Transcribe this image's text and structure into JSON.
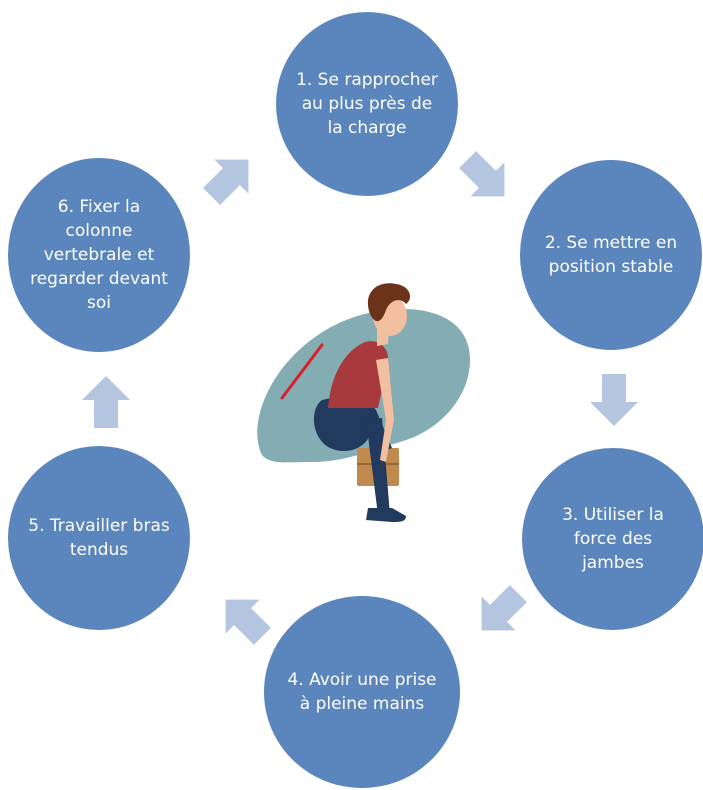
{
  "colors": {
    "step_circle": "#5b86bd",
    "arrow": "#b4c5df",
    "blob": "#83adb3",
    "shirt": "#a83a3e",
    "pants": "#213a5e",
    "skin": "#f2bfa0",
    "hair": "#6b3319",
    "box": "#c08a4f",
    "back_line": "#d8202a"
  },
  "steps": [
    {
      "label": "1. Se rapprocher au plus près de la charge"
    },
    {
      "label": "2. Se mettre en position stable"
    },
    {
      "label": "3. Utiliser la force des jambes"
    },
    {
      "label": "4. Avoir une prise à pleine mains"
    },
    {
      "label": "5. Travailler bras tendus"
    },
    {
      "label": "6. Fixer la colonne vertebrale et regarder devant soi"
    }
  ],
  "arrows": [
    {
      "icon": "arrow-down-right-icon"
    },
    {
      "icon": "arrow-down-icon"
    },
    {
      "icon": "arrow-down-left-icon"
    },
    {
      "icon": "arrow-up-left-icon"
    },
    {
      "icon": "arrow-up-icon"
    },
    {
      "icon": "arrow-up-right-icon"
    }
  ],
  "illustration": {
    "icon": "person-lifting-box-icon"
  }
}
